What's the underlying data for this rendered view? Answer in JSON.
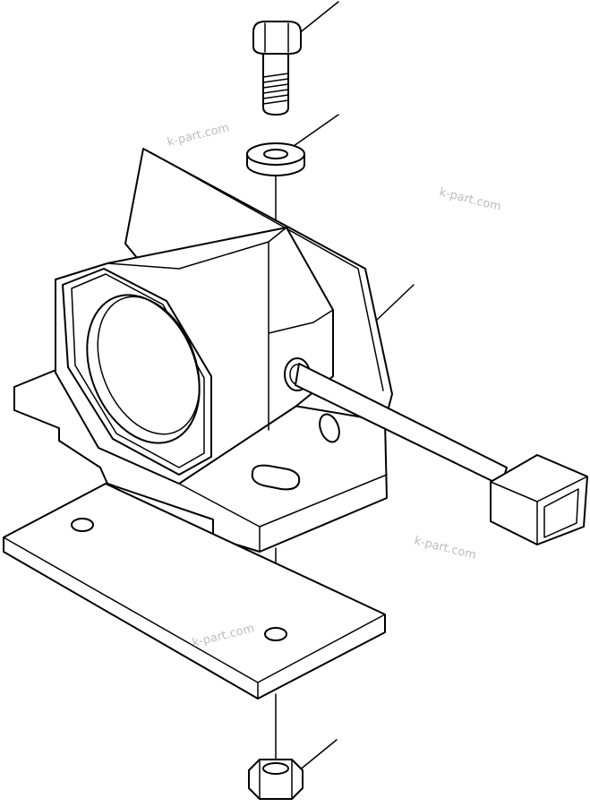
{
  "watermarks": [
    "k-part.com",
    "k-part.com",
    "k-part.com",
    "k-part.com"
  ],
  "parts": [
    "bolt",
    "washer",
    "alarm-unit",
    "mounting-plate",
    "nut"
  ]
}
